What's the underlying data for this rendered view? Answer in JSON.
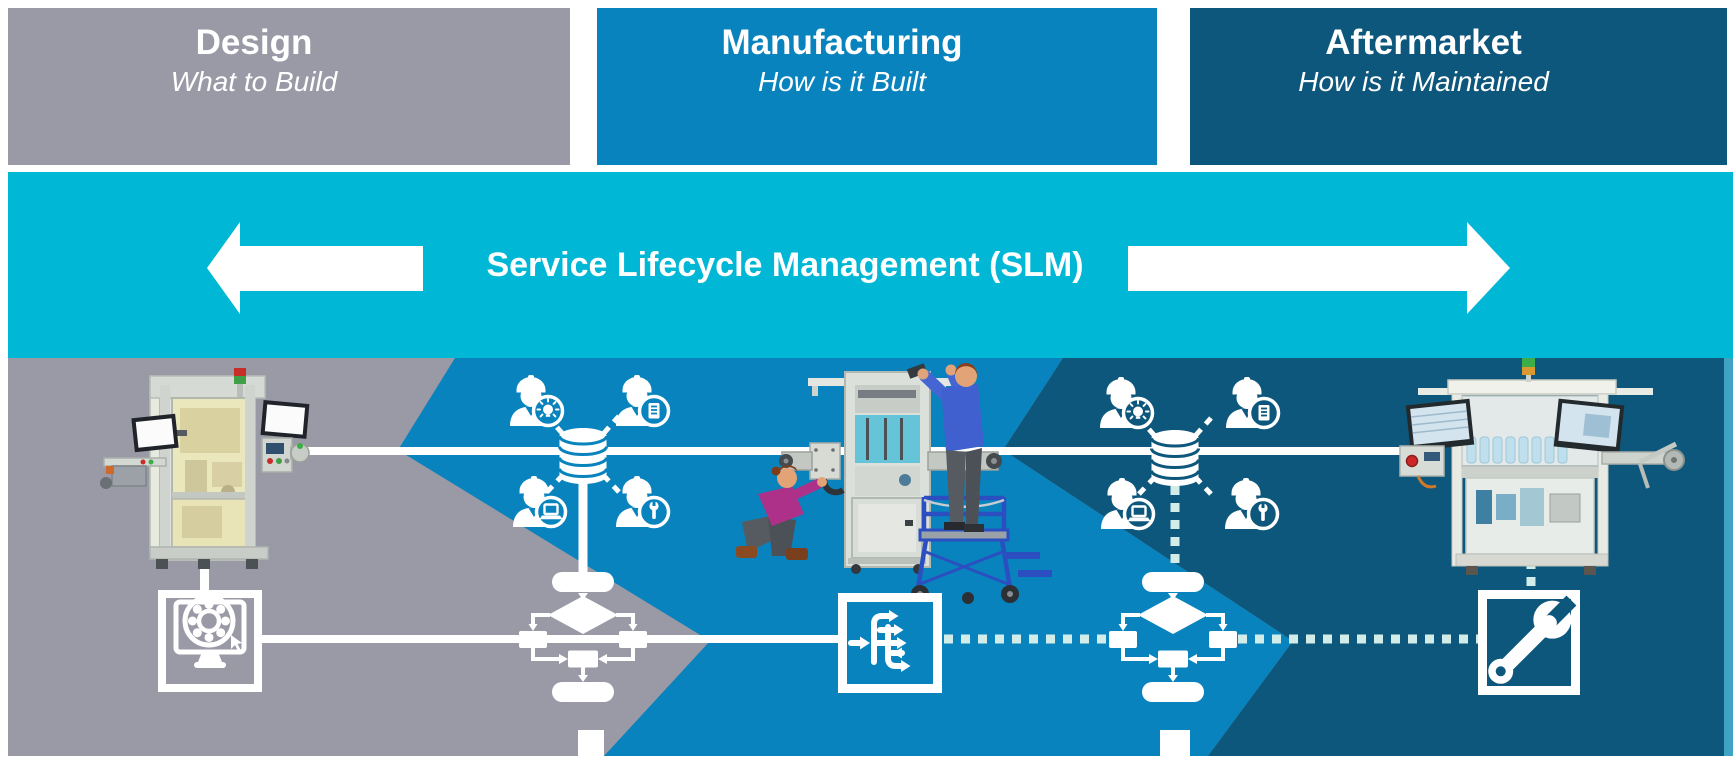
{
  "slide": {
    "type": "lifecycle-diagram",
    "topic": "Service Lifecycle Management"
  },
  "phases": [
    {
      "title": "Design",
      "subtitle": "What to Build",
      "color": "#9a99a6"
    },
    {
      "title": "Manufacturing",
      "subtitle": "How is it Built",
      "color": "#0883bd"
    },
    {
      "title": "Aftermarket",
      "subtitle": "How is it Maintained",
      "color": "#0d577c"
    }
  ],
  "banner": {
    "title": "Service Lifecycle Management (SLM)",
    "background": "#00b7d6",
    "arrows": [
      "left",
      "right"
    ]
  },
  "colors": {
    "design_gray": "#9a99a6",
    "manufacturing_blue": "#0883bd",
    "aftermarket_dark": "#0d577c",
    "banner_cyan": "#00b7d6",
    "solid_connector": "#ffffff",
    "dashed_connector": "#d2ece9",
    "right_edge_sliver": "#3fa3c4"
  },
  "icons": [
    {
      "name": "database-icon",
      "count": 2
    },
    {
      "name": "engineer-idea-icon",
      "count": 2
    },
    {
      "name": "engineer-document-icon",
      "count": 2
    },
    {
      "name": "engineer-laptop-icon",
      "count": 2
    },
    {
      "name": "engineer-tools-icon",
      "count": 2
    },
    {
      "name": "flowchart-process-icon",
      "count": 2
    },
    {
      "name": "cad-monitor-bearing-icon",
      "count": 1
    },
    {
      "name": "routing-split-icon",
      "count": 1
    },
    {
      "name": "wrench-icon",
      "count": 1
    }
  ],
  "illustrations": [
    {
      "name": "design-test-cell-machine",
      "phase": "Design"
    },
    {
      "name": "assembly-workers-scene",
      "phase": "Manufacturing"
    },
    {
      "name": "aftermarket-bottling-machine",
      "phase": "Aftermarket"
    }
  ]
}
